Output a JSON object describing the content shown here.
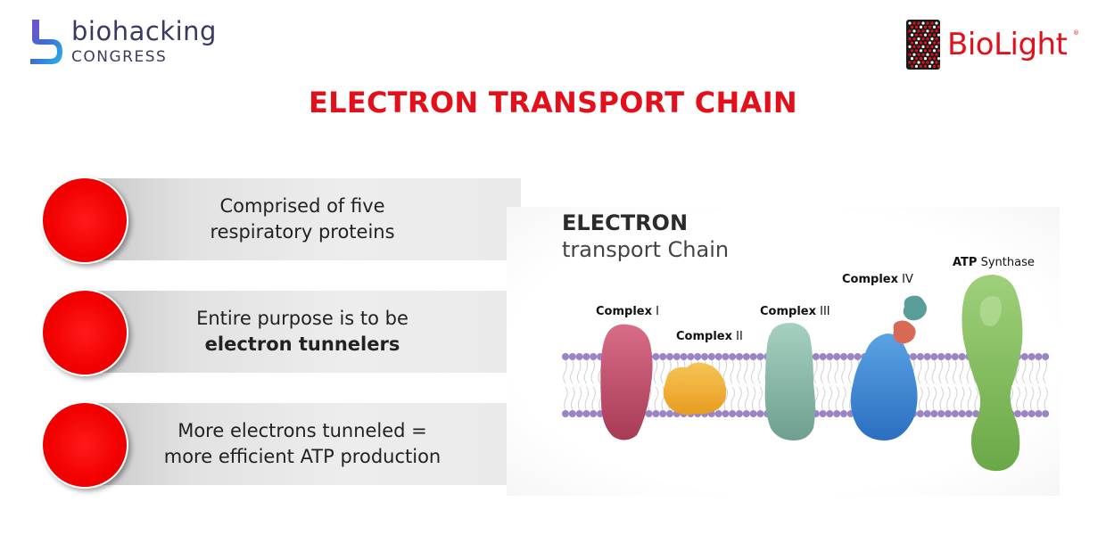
{
  "header": {
    "left_logo": {
      "line1": "biohacking",
      "line2": "CONGRESS",
      "icon": "biohacking-s-icon",
      "color": "#3a3a60"
    },
    "right_logo": {
      "text": "BioLight",
      "reg": "®",
      "icon": "led-panel-icon",
      "color": "#e3101b"
    }
  },
  "title": "ELECTRON TRANSPORT CHAIN",
  "points": [
    {
      "line1": "Comprised of five",
      "line2": "respiratory proteins",
      "bold2": false
    },
    {
      "line1": "Entire purpose is to be",
      "line2": "electron tunnelers",
      "bold2": true
    },
    {
      "line1": "More electrons tunneled =",
      "line2": "more efficient ATP production",
      "bold2": false
    }
  ],
  "figure": {
    "title_bold": "ELECTRON",
    "title_rest": "transport Chain",
    "labels": [
      {
        "bold": "Complex",
        "rest": "I"
      },
      {
        "bold": "Complex",
        "rest": "II"
      },
      {
        "bold": "Complex",
        "rest": "III"
      },
      {
        "bold": "Complex",
        "rest": "IV"
      },
      {
        "bold": "ATP",
        "rest": "Synthase"
      }
    ]
  },
  "colors": {
    "accent": "#e3101b",
    "circle": "#f20000",
    "complex1": "#c9506a",
    "complex2": "#f0b53c",
    "complex3": "#8dbfae",
    "complex4": "#3b82d0",
    "atp": "#8cc063",
    "lipid": "#9a84c4"
  }
}
